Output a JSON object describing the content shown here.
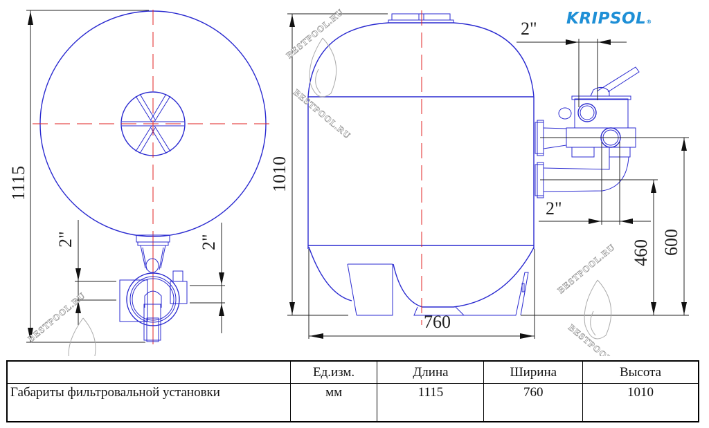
{
  "brand": {
    "logo_text": "KRIPSOL",
    "registered_mark": "®",
    "color": "#1e8fd6"
  },
  "watermark": {
    "text": "BESTPOOL.RU"
  },
  "drawing": {
    "top_view": {
      "height_dimension": "1115",
      "inlet_label": "2\"",
      "outlet_label": "2\""
    },
    "side_view": {
      "height_dimension": "1010",
      "width_dimension": "760",
      "valve_top_label": "2\"",
      "valve_bottom_label": "2\"",
      "port_height_upper": "600",
      "port_height_lower": "460"
    },
    "colors": {
      "outline": "#2a2ad0",
      "centerline": "#e02020",
      "dimension": "#222222"
    }
  },
  "table": {
    "headers": [
      "",
      "Ед.изм.",
      "Длина",
      "Ширина",
      "Высота"
    ],
    "rows": [
      {
        "label": "Габариты фильтровальной установки",
        "unit": "мм",
        "length": "1115",
        "width": "760",
        "height": "1010"
      }
    ]
  }
}
